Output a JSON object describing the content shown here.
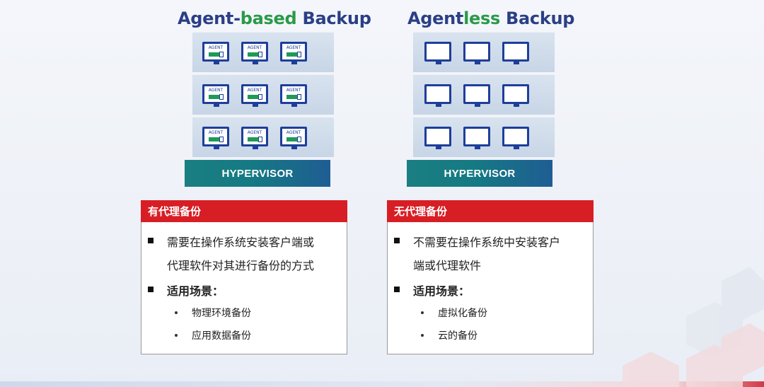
{
  "left": {
    "title_part1": "Agent-",
    "title_part2": "based",
    "title_part3": " Backup",
    "agent_label": "AGENT",
    "hypervisor": "HYPERVISOR",
    "card_title": "有代理备份",
    "desc_line1": "需要在操作系统安装客户端或",
    "desc_line2": "代理软件对其进行备份的方式",
    "scenarios_label": "适用场景：",
    "scenarios": [
      "物理环境备份",
      "应用数据备份"
    ]
  },
  "right": {
    "title_part1": "Agent",
    "title_part2": "less",
    "title_part3": " Backup",
    "hypervisor": "HYPERVISOR",
    "card_title": "无代理备份",
    "desc_line1": "不需要在操作系统中安装客户",
    "desc_line2": "端或代理软件",
    "scenarios_label": "适用场景：",
    "scenarios": [
      "虚拟化备份",
      "云的备份"
    ]
  },
  "colors": {
    "title_blue": "#2b3f86",
    "title_green": "#2a9a48",
    "card_header_red": "#d81e25",
    "monitor_blue": "#1e3e9a",
    "agent_bar_green": "#1e9a57"
  }
}
